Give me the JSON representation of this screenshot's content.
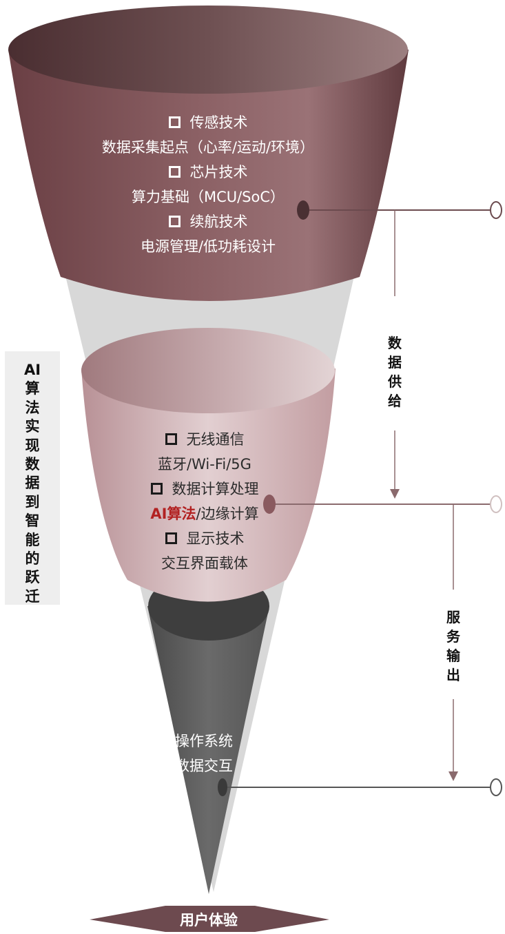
{
  "top_section": {
    "item1_heading": "传感技术",
    "item1_desc": "数据采集起点（心率/运动/环境）",
    "item2_heading": "芯片技术",
    "item2_desc": "算力基础（MCU/SoC）",
    "item3_heading": "续航技术",
    "item3_desc": "电源管理/低功耗设计"
  },
  "middle_section": {
    "item1_heading": "无线通信",
    "item1_desc": "蓝牙/Wi-Fi/5G",
    "item2_heading": "数据计算处理",
    "item2_desc_highlight": "AI算法",
    "item2_desc_rest": "/边缘计算",
    "item3_heading": "显示技术",
    "item3_desc": "交互界面载体"
  },
  "bottom_section": {
    "line1": "操作系统",
    "line2": "数据交互"
  },
  "side_label": [
    "AI",
    "算",
    "法",
    "实",
    "现",
    "数",
    "据",
    "到",
    "智",
    "能",
    "的",
    "跃",
    "迁"
  ],
  "flow_label_1": [
    "数",
    "据",
    "供",
    "给"
  ],
  "flow_label_2": [
    "服",
    "务",
    "输",
    "出"
  ],
  "bottom_label": "用户体验",
  "colors": {
    "top_cup": "#7a4f54",
    "middle_cup": "#c9a3a7",
    "bottom_cup": "#555555",
    "funnel": "#d8d8d8",
    "connector": "#6b4a4e",
    "highlight": "#b22222",
    "side_box": "#eeeeee"
  }
}
